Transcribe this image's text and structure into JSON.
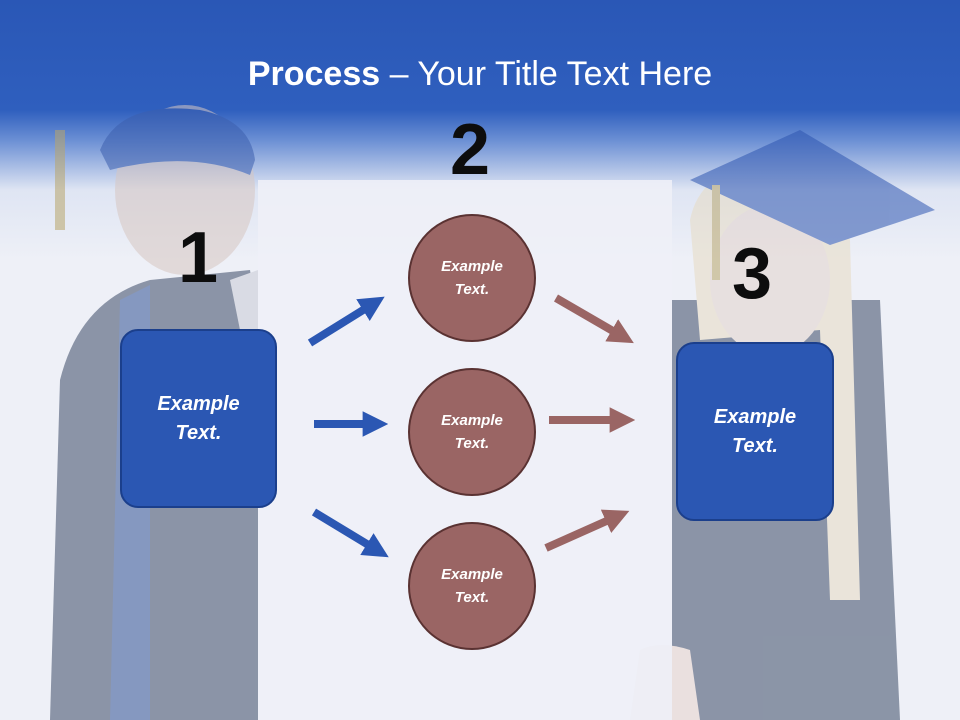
{
  "title": {
    "bold": "Process",
    "rest": " – Your Title Text Here"
  },
  "steps": {
    "n1": "1",
    "n2": "2",
    "n3": "3",
    "left_box": {
      "line1": "Example",
      "line2": "Text."
    },
    "right_box": {
      "line1": "Example",
      "line2": "Text."
    },
    "circles": [
      {
        "line1": "Example",
        "line2": "Text."
      },
      {
        "line1": "Example",
        "line2": "Text."
      },
      {
        "line1": "Example",
        "line2": "Text."
      }
    ]
  },
  "colors": {
    "header_blue": "#2a57b6",
    "box_blue": "#2b57b3",
    "circle_fill": "#9a6564",
    "arrow_blue": "#2b57b3",
    "arrow_brown": "#9a6564"
  }
}
